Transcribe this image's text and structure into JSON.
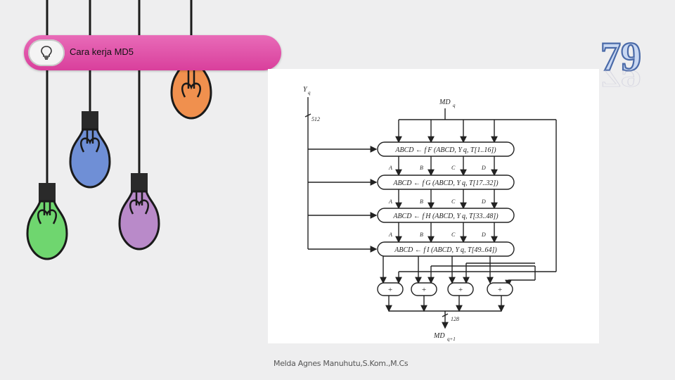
{
  "slide": {
    "title": "Cara kerja MD5",
    "footer": "Melda Agnes Manuhutu,S.Kom.,M.Cs",
    "slide_number": "79"
  },
  "diagram": {
    "input_left": "Y",
    "input_left_sub": "q",
    "bit_width": "512",
    "md_in": "MD",
    "md_in_sub": "q",
    "rounds": [
      "ABCD ← f F (ABCD, Y q, T[1..16])",
      "ABCD ← f G (ABCD, Y q, T[17..32])",
      "ABCD ← f H (ABCD, Y q, T[33..48])",
      "ABCD ← f I (ABCD, Y q, T[49..64])"
    ],
    "lanes": [
      "A",
      "B",
      "C",
      "D"
    ],
    "adders": [
      "+",
      "+",
      "+",
      "+"
    ],
    "out_width": "128",
    "md_out": "MD",
    "md_out_sub": "q+1"
  },
  "colors": {
    "title_pill": "#d93f9c",
    "bulb_orange": "#f0904e",
    "bulb_blue": "#6f8fd6",
    "bulb_purple": "#b98ac9",
    "bulb_green": "#6fd66f"
  }
}
